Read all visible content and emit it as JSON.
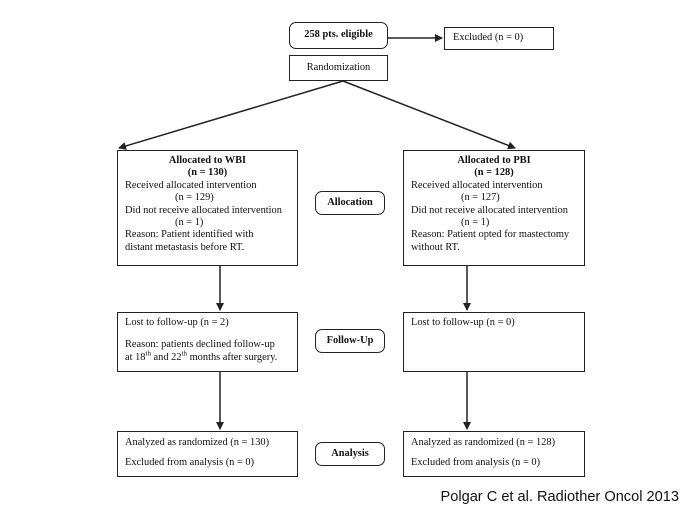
{
  "eligible": "258 pts. eligible",
  "excluded_top": "Excluded (n = 0)",
  "randomization": "Randomization",
  "stage_labels": {
    "allocation": "Allocation",
    "followup": "Follow-Up",
    "analysis": "Analysis"
  },
  "wbi": {
    "title": "Allocated to WBI",
    "n": "(n = 130)",
    "received": "Received allocated intervention",
    "received_n": "(n = 129)",
    "not_received": "Did not receive allocated intervention",
    "not_received_n": "(n = 1)",
    "reason_1": "Reason: Patient identified with",
    "reason_2": "distant metastasis before RT.",
    "lost": "Lost to follow-up  (n = 2)",
    "lost_reason_1": "Reason: patients declined follow-up",
    "lost_reason_2_pre": "at 18",
    "lost_reason_2_sup1": "th",
    "lost_reason_2_mid": " and 22",
    "lost_reason_2_sup2": "th",
    "lost_reason_2_post": " months after surgery.",
    "analyzed": "Analyzed as randomized (n = 130)",
    "excluded_analysis": "Excluded from analysis  (n = 0)"
  },
  "pbi": {
    "title": "Allocated to PBI",
    "n": "(n = 128)",
    "received": "Received allocated intervention",
    "received_n": "(n = 127)",
    "not_received": "Did not receive allocated intervention",
    "not_received_n": "(n = 1)",
    "reason_1": "Reason: Patient opted for mastectomy",
    "reason_2": "without RT.",
    "lost": "Lost to follow-up  (n = 0)",
    "analyzed": "Analyzed as randomized (n = 128)",
    "excluded_analysis": "Excluded from analysis  (n = 0)"
  },
  "citation": "Polgar C et al. Radiother Oncol 2013"
}
